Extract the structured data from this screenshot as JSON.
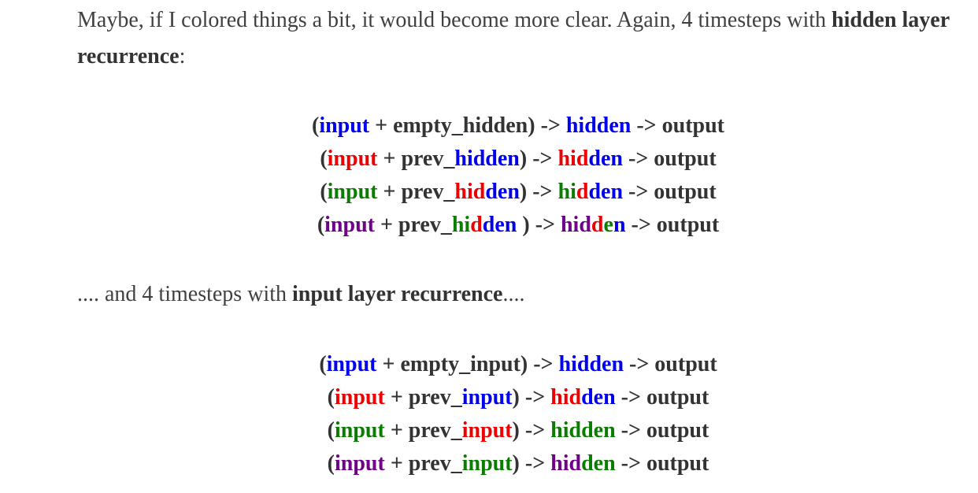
{
  "colors": {
    "blue": "#0000ee",
    "red": "#ee0000",
    "green": "#0a7d00",
    "purple": "#70008a",
    "text": "#333333"
  },
  "intro": {
    "text": "Maybe, if I colored things a bit, it would become more clear. Again, 4 timesteps with ",
    "bold": "hidden layer recurrence",
    "after": ":"
  },
  "hidden_block": [
    [
      [
        "(",
        "dark"
      ],
      [
        "input",
        "blue"
      ],
      [
        " + empty_hidden) -> ",
        "dark"
      ],
      [
        "hidden",
        "blue"
      ],
      [
        " -> output",
        "dark"
      ]
    ],
    [
      [
        "(",
        "dark"
      ],
      [
        "input",
        "red"
      ],
      [
        " + prev_",
        "dark"
      ],
      [
        "hidden",
        "blue"
      ],
      [
        ") -> ",
        "dark"
      ],
      [
        "hid",
        "red"
      ],
      [
        "den",
        "blue"
      ],
      [
        " -> output",
        "dark"
      ]
    ],
    [
      [
        "(",
        "dark"
      ],
      [
        "input",
        "green"
      ],
      [
        " + prev_",
        "dark"
      ],
      [
        "hid",
        "red"
      ],
      [
        "den",
        "blue"
      ],
      [
        ") -> ",
        "dark"
      ],
      [
        "hi",
        "green"
      ],
      [
        "d",
        "red"
      ],
      [
        "den",
        "blue"
      ],
      [
        " -> output",
        "dark"
      ]
    ],
    [
      [
        "(",
        "dark"
      ],
      [
        "input",
        "purple"
      ],
      [
        " + prev_",
        "dark"
      ],
      [
        "hi",
        "green"
      ],
      [
        "d",
        "red"
      ],
      [
        "den",
        "blue"
      ],
      [
        " ) -> ",
        "dark"
      ],
      [
        "hid",
        "purple"
      ],
      [
        "d",
        "red"
      ],
      [
        "e",
        "green"
      ],
      [
        "n",
        "blue"
      ],
      [
        " -> output",
        "dark"
      ]
    ]
  ],
  "middle": {
    "before": ".... and 4 timesteps with ",
    "bold": "input layer recurrence",
    "after": "...."
  },
  "input_block": [
    [
      [
        "(",
        "dark"
      ],
      [
        "input",
        "blue"
      ],
      [
        " + empty_input) -> ",
        "dark"
      ],
      [
        "hidden",
        "blue"
      ],
      [
        " -> output",
        "dark"
      ]
    ],
    [
      [
        "(",
        "dark"
      ],
      [
        "input",
        "red"
      ],
      [
        " + prev_",
        "dark"
      ],
      [
        "input",
        "blue"
      ],
      [
        ") -> ",
        "dark"
      ],
      [
        "hid",
        "red"
      ],
      [
        "den",
        "blue"
      ],
      [
        " -> output",
        "dark"
      ]
    ],
    [
      [
        "(",
        "dark"
      ],
      [
        "input",
        "green"
      ],
      [
        " + prev_",
        "dark"
      ],
      [
        "input",
        "red"
      ],
      [
        ") -> ",
        "dark"
      ],
      [
        "hidden",
        "green"
      ],
      [
        " -> output",
        "dark"
      ]
    ],
    [
      [
        "(",
        "dark"
      ],
      [
        "input",
        "purple"
      ],
      [
        " + prev_",
        "dark"
      ],
      [
        "input",
        "green"
      ],
      [
        ") -> ",
        "dark"
      ],
      [
        "hid",
        "purple"
      ],
      [
        "den",
        "green"
      ],
      [
        " -> output",
        "dark"
      ]
    ]
  ]
}
